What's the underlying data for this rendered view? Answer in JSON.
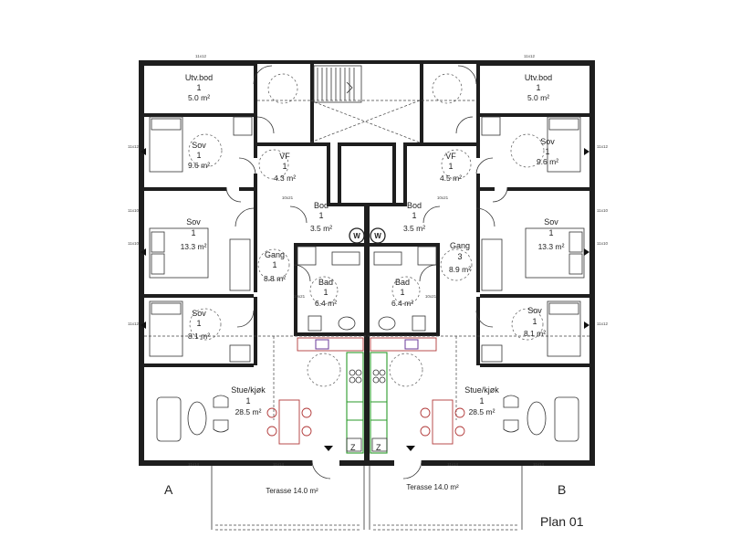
{
  "drawing": {
    "plan_label": "Plan 01",
    "unit_a_label": "A",
    "unit_b_label": "B"
  },
  "rooms": {
    "a_utvbod": {
      "name": "Utv.bod",
      "num": "1",
      "area": "5.0 m²"
    },
    "a_sov1": {
      "name": "Sov",
      "num": "1",
      "area": "9.6 m²"
    },
    "a_vf": {
      "name": "VF",
      "num": "1",
      "area": "4.3 m²"
    },
    "a_sov2": {
      "name": "Sov",
      "num": "1",
      "area": "13.3 m²"
    },
    "a_bod": {
      "name": "Bod",
      "num": "1",
      "area": "3.5 m²"
    },
    "a_gang": {
      "name": "Gang",
      "num": "1",
      "area": "8.8 m²"
    },
    "a_bad": {
      "name": "Bad",
      "num": "1",
      "area": "6.4 m²"
    },
    "a_sov3": {
      "name": "Sov",
      "num": "1",
      "area": "8.1 m²"
    },
    "a_stue": {
      "name": "Stue/kjøk",
      "num": "1",
      "area": "28.5 m²"
    },
    "b_utvbod": {
      "name": "Utv.bod",
      "num": "1",
      "area": "5.0 m²"
    },
    "b_sov1": {
      "name": "Sov",
      "num": "1",
      "area": "9.6 m²"
    },
    "b_vf": {
      "name": "VF",
      "num": "1",
      "area": "4.5 m²"
    },
    "b_sov2": {
      "name": "Sov",
      "num": "1",
      "area": "13.3 m²"
    },
    "b_bod": {
      "name": "Bod",
      "num": "1",
      "area": "3.5 m²"
    },
    "b_gang": {
      "name": "Gang",
      "num": "3",
      "area": "8.9 m²"
    },
    "b_bad": {
      "name": "Bad",
      "num": "1",
      "area": "6.4 m²"
    },
    "b_sov3": {
      "name": "Sov",
      "num": "1",
      "area": "8.1 m²"
    },
    "b_stue": {
      "name": "Stue/kjøk",
      "num": "1",
      "area": "28.5 m²"
    }
  },
  "terraces": {
    "a": "Terasse 14.0 m²",
    "b": "Terasse 14.0 m²"
  },
  "window_tags": {
    "top": "11x12",
    "side": "11x12",
    "side_mid": "11x10",
    "bottom": "11x14",
    "door": "10x21"
  },
  "appliances": {
    "washer_symbol": "W"
  }
}
